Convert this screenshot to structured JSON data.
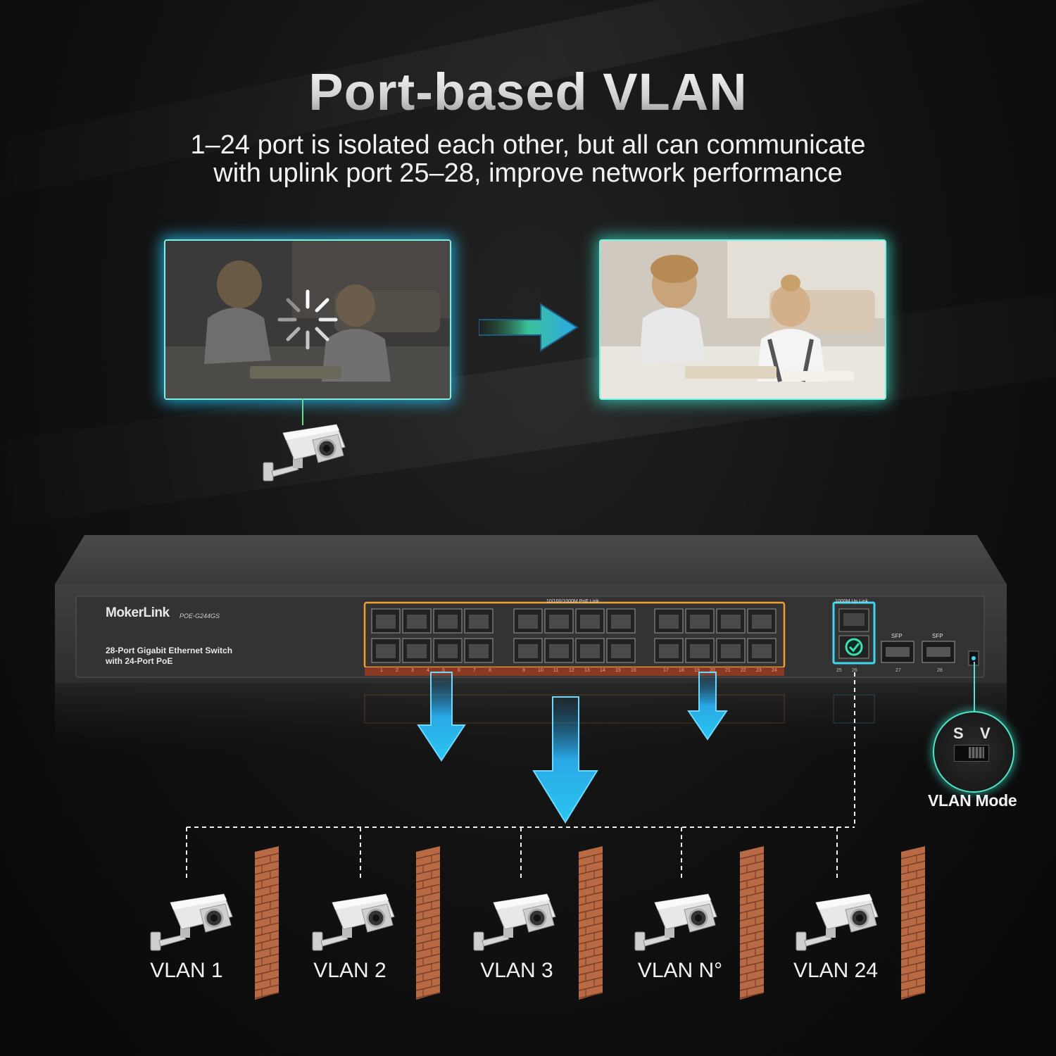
{
  "header": {
    "title": "Port-based VLAN",
    "subtitle_line1": "1–24 port is isolated each other, but all can communicate",
    "subtitle_line2": "with uplink port 25–28, improve network performance"
  },
  "device": {
    "brand": "MokerLink",
    "model": "POE-G244GS",
    "description_line1": "28-Port Gigabit Ethernet Switch",
    "description_line2": "with 24-Port PoE",
    "poe_group_label": "10/100/1000M PoE Link",
    "uplink_label": "1000M Up Link",
    "sfp_label_1": "SFP",
    "sfp_label_2": "SFP",
    "port_numbers": [
      "1",
      "2",
      "3",
      "4",
      "5",
      "6",
      "7",
      "8",
      "9",
      "10",
      "11",
      "12",
      "13",
      "14",
      "15",
      "16",
      "17",
      "18",
      "19",
      "20",
      "21",
      "22",
      "23",
      "24"
    ],
    "uplink_port_numbers": [
      "25",
      "26",
      "27",
      "28"
    ]
  },
  "mode_switch": {
    "option_s": "S",
    "option_v": "V",
    "label": "VLAN Mode"
  },
  "vlans": [
    {
      "label": "VLAN 1"
    },
    {
      "label": "VLAN 2"
    },
    {
      "label": "VLAN 3"
    },
    {
      "label": "VLAN N°"
    },
    {
      "label": "VLAN 24"
    }
  ],
  "colors": {
    "frame_glow": "#2ec8ff",
    "arrow_blue": "#29b6e8",
    "poe_outline": "#f0a030",
    "uplink_outline": "#3fd6f0",
    "brick": "#b86a45",
    "background": "#111111"
  },
  "icons": [
    "loading-spinner-icon",
    "security-camera-icon",
    "check-circle-icon",
    "arrow-right-icon",
    "arrow-down-icon",
    "brick-wall-icon"
  ]
}
